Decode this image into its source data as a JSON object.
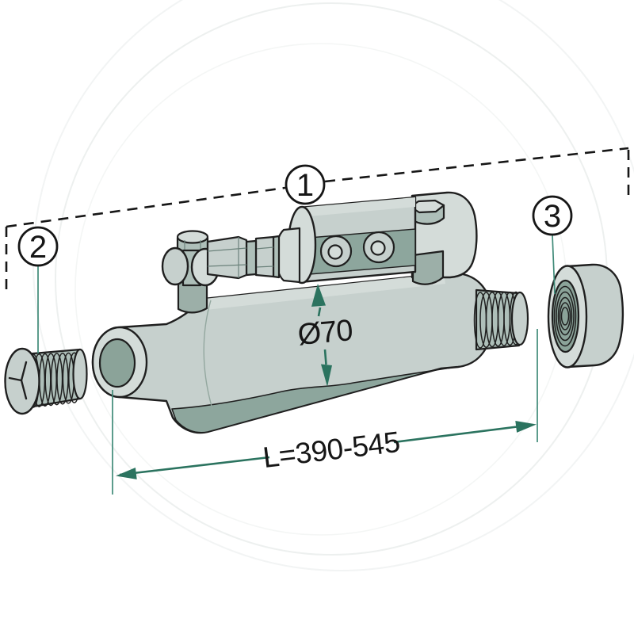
{
  "diagram": {
    "callouts": [
      {
        "number": "1"
      },
      {
        "number": "2"
      },
      {
        "number": "3"
      }
    ],
    "dimensions": {
      "diameter_label": "Ø70",
      "length_label": "L=390-545"
    },
    "colors": {
      "dimension_teal": "#2b735f",
      "leader_teal": "#3f8a78",
      "outline": "#1f1f1f",
      "body_light": "#c6d0cd",
      "body_lighter": "#d4dcd9",
      "body_mid": "#aebfb9",
      "body_dark": "#8da69d",
      "bore_green": "#8ba399",
      "background": "#ffffff"
    }
  }
}
